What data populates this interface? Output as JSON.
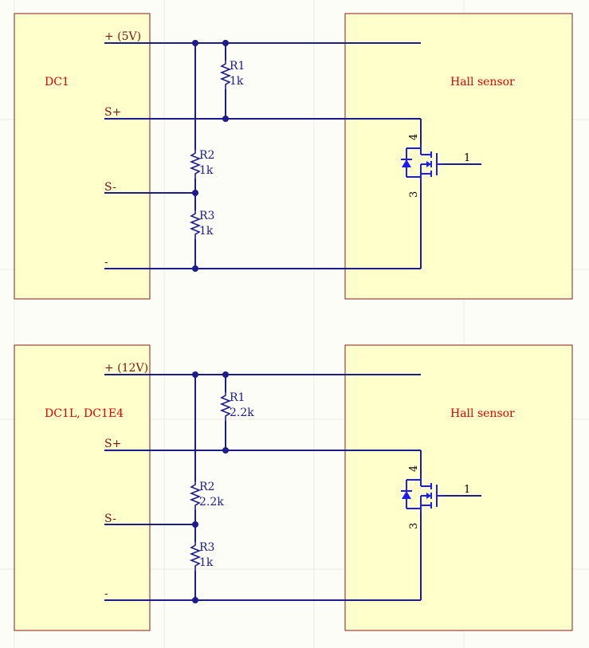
{
  "circuits": [
    {
      "source_name": "DC1",
      "sensor_name": "Hall sensor",
      "pins": {
        "supply": "+ (5V)",
        "signal_pos": "S+",
        "signal_neg": "S-",
        "ground": "-"
      },
      "resistors": [
        {
          "ref": "R1",
          "value": "1k"
        },
        {
          "ref": "R2",
          "value": "1k"
        },
        {
          "ref": "R3",
          "value": "1k"
        }
      ],
      "transistor_pins": {
        "drain": "4",
        "gate": "1",
        "source": "3"
      }
    },
    {
      "source_name": "DC1L, DC1E4",
      "sensor_name": "Hall sensor",
      "pins": {
        "supply": "+ (12V)",
        "signal_pos": "S+",
        "signal_neg": "S-",
        "ground": "-"
      },
      "resistors": [
        {
          "ref": "R1",
          "value": "2.2k"
        },
        {
          "ref": "R2",
          "value": "2.2k"
        },
        {
          "ref": "R3",
          "value": "1k"
        }
      ],
      "transistor_pins": {
        "drain": "4",
        "gate": "1",
        "source": "3"
      }
    }
  ],
  "colors": {
    "wire": "#1c1c8a",
    "block_fill": "#ffffcc",
    "block_border": "#8b1a1a",
    "block_title": "#e00000",
    "pin_label": "#7a1515",
    "transistor": "#1a1aff"
  }
}
